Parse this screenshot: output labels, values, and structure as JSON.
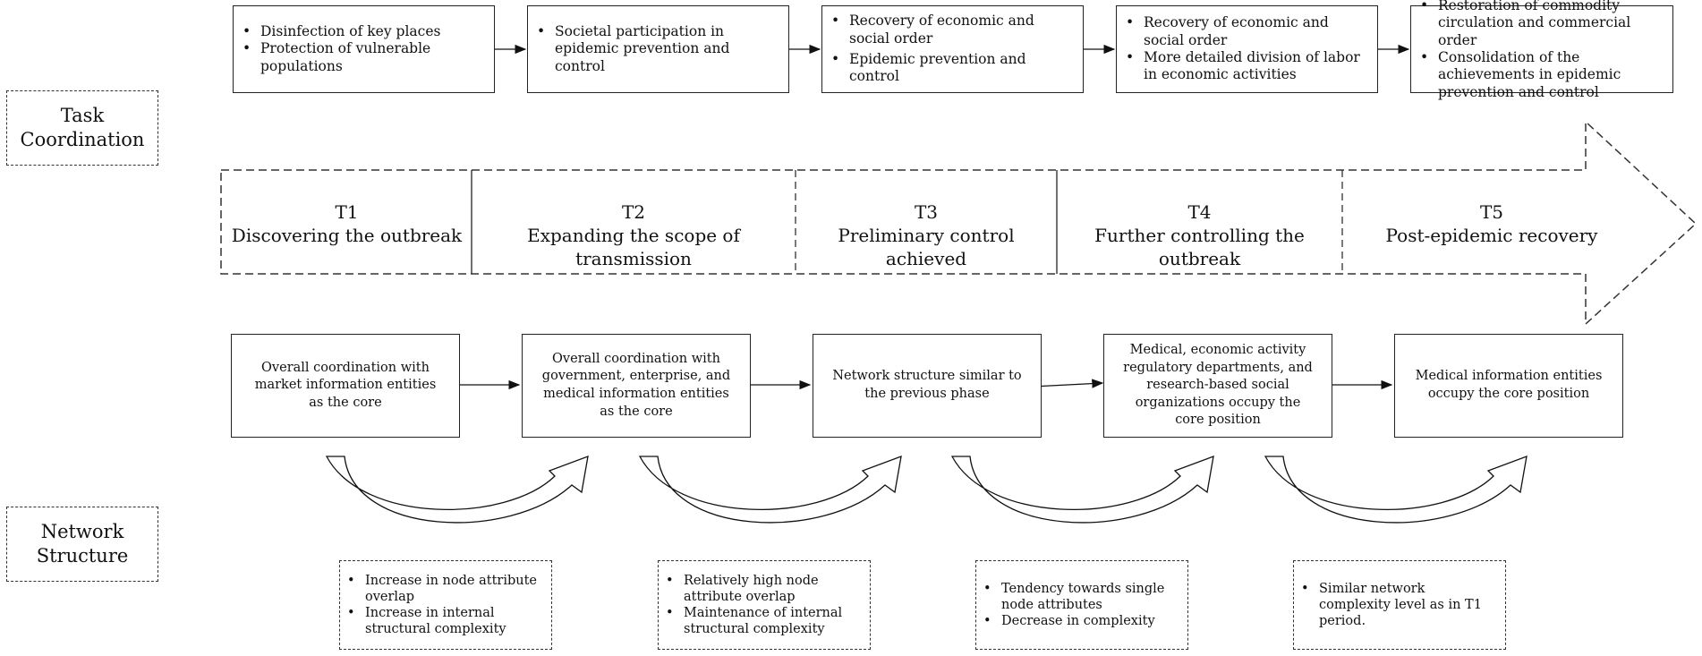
{
  "side_labels": {
    "task": "Task\nCoordination",
    "network": "Network\nStructure"
  },
  "task_boxes": [
    {
      "items": [
        "Disinfection of key places",
        "Protection of vulnerable populations"
      ]
    },
    {
      "items": [
        "Societal participation in epidemic prevention and control"
      ]
    },
    {
      "items": [
        "Recovery of economic and social order",
        "Epidemic prevention and control"
      ]
    },
    {
      "items": [
        "Recovery of economic and social order",
        "More detailed division of labor in economic activities"
      ]
    },
    {
      "items": [
        "Restoration of commodity circulation and commercial order",
        "Consolidation of the achievements in epidemic prevention and control"
      ]
    }
  ],
  "stages": [
    {
      "id": "T1",
      "name": "Discovering the outbreak"
    },
    {
      "id": "T2",
      "name": "Expanding the scope of transmission"
    },
    {
      "id": "T3",
      "name": "Preliminary control achieved"
    },
    {
      "id": "T4",
      "name": "Further controlling the outbreak"
    },
    {
      "id": "T5",
      "name": "Post-epidemic recovery"
    }
  ],
  "network_boxes": [
    "Overall coordination with market information entities as the core",
    "Overall coordination with government, enterprise, and medical information entities as the core",
    "Network structure similar to the previous phase",
    "Medical, economic activity regulatory departments, and research-based social organizations occupy the core position",
    "Medical information entities occupy the core position"
  ],
  "notes": [
    {
      "items": [
        "Increase in node attribute overlap",
        "Increase in internal structural complexity"
      ]
    },
    {
      "items": [
        "Relatively high node attribute overlap",
        "Maintenance of internal structural complexity"
      ]
    },
    {
      "items": [
        "Tendency towards single node attributes",
        "Decrease in complexity"
      ]
    },
    {
      "items": [
        "Similar network complexity level as in T1 period."
      ]
    }
  ]
}
